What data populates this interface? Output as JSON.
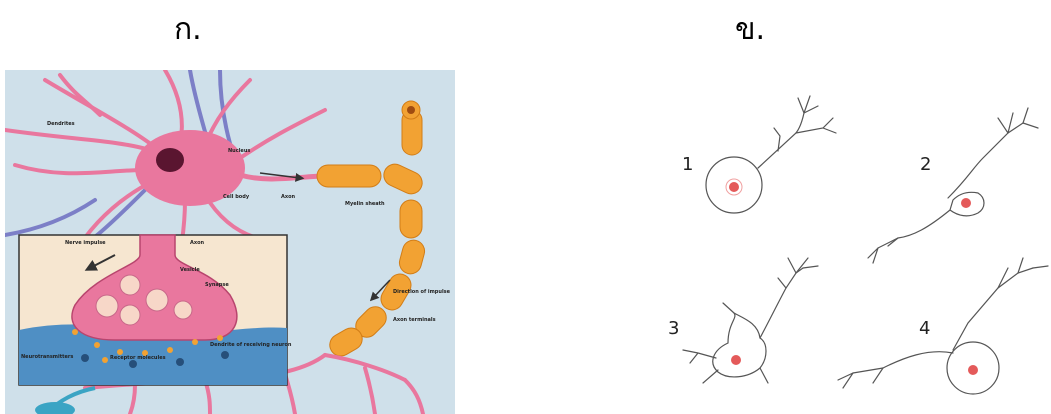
{
  "headings": {
    "a": "ก.",
    "b": "ข."
  },
  "panel_a": {
    "labels": {
      "dendrites": "Dendrites",
      "nucleus": "Nucleus",
      "cell_body": "Cell body",
      "axon": "Axon",
      "myelin_sheath": "Myelin sheath",
      "nerve_impulse": "Nerve impulse",
      "axon_inset": "Axon",
      "vesicle": "Vesicle",
      "synapse": "Synapse",
      "direction_of_impulse": "Direction of impulse",
      "axon_terminals": "Axon terminals",
      "neurotransmitters": "Neurotransmitters",
      "receptor_molecules": "Receptor molecules",
      "dendrite_receiving": "Dendrite of receiving neuron"
    }
  },
  "panel_b": {
    "numbers": [
      "1",
      "2",
      "3",
      "4"
    ]
  },
  "colors": {
    "bg_blue": "#cfe0ea",
    "neuron_pink": "#e9779e",
    "myelin_orange": "#f2a233",
    "nucleus_dark": "#5a1530",
    "inset_bg": "#f6e6d0",
    "synapse_blue": "#4f8fc4",
    "line_drawing": "#555555",
    "nucleus_red": "#e45a5a"
  }
}
